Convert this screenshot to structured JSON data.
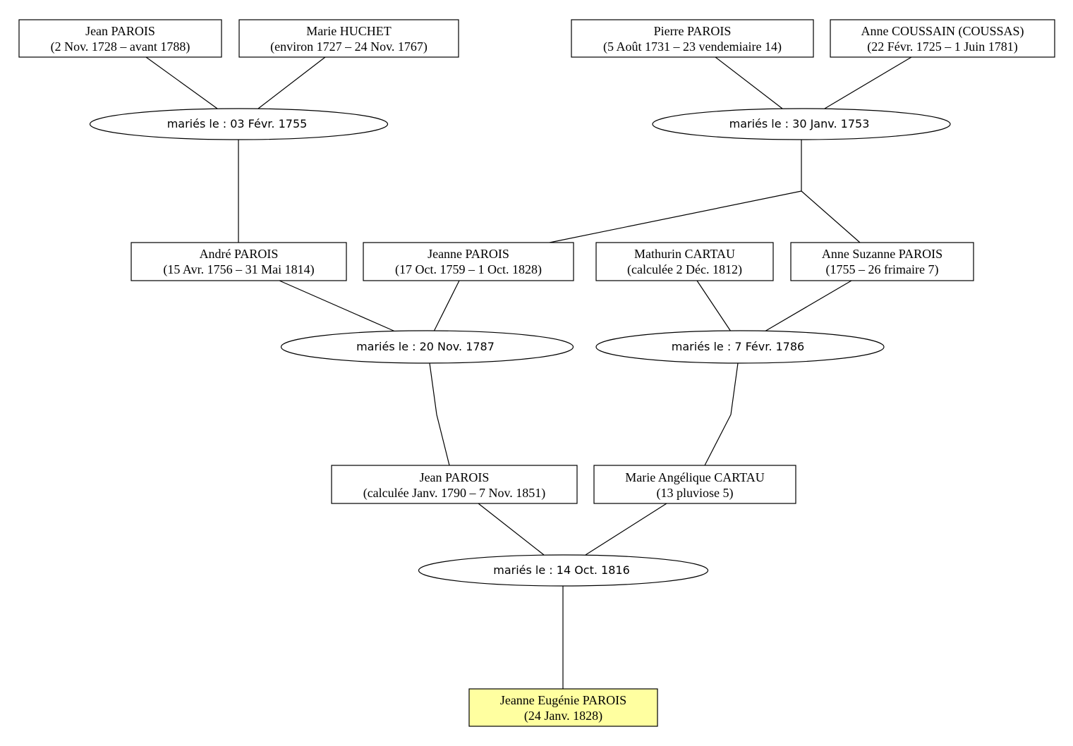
{
  "persons": {
    "p_jean_1728": {
      "name": "Jean PAROIS",
      "dates": "(2 Nov. 1728 – avant 1788)"
    },
    "p_marie_huchet": {
      "name": "Marie HUCHET",
      "dates": "(environ 1727 – 24 Nov. 1767)"
    },
    "p_pierre": {
      "name": "Pierre PAROIS",
      "dates": "(5 Août 1731 – 23 vendemiaire 14)"
    },
    "p_anne_coussain": {
      "name": "Anne COUSSAIN (COUSSAS)",
      "dates": "(22 Févr. 1725 – 1 Juin 1781)"
    },
    "p_andre": {
      "name": "André PAROIS",
      "dates": "(15 Avr. 1756 – 31 Mai 1814)"
    },
    "p_jeanne_1759": {
      "name": "Jeanne PAROIS",
      "dates": "(17 Oct. 1759 – 1 Oct. 1828)"
    },
    "p_mathurin": {
      "name": "Mathurin CARTAU",
      "dates": "(calculée 2 Déc. 1812)"
    },
    "p_anne_suzanne": {
      "name": "Anne Suzanne PAROIS",
      "dates": "(1755 – 26 frimaire 7)"
    },
    "p_jean_1790": {
      "name": "Jean PAROIS",
      "dates": "(calculée Janv. 1790 – 7 Nov. 1851)"
    },
    "p_marie_angelique": {
      "name": "Marie Angélique CARTAU",
      "dates": "(13 pluviose 5)"
    },
    "p_jeanne_eugenie": {
      "name": "Jeanne Eugénie PAROIS",
      "dates": "(24 Janv. 1828)"
    }
  },
  "unions": {
    "u_1755": {
      "label": "mariés le : 03 Févr. 1755"
    },
    "u_1753": {
      "label": "mariés le : 30 Janv. 1753"
    },
    "u_1787": {
      "label": "mariés le : 20 Nov. 1787"
    },
    "u_1786": {
      "label": "mariés le : 7 Févr. 1786"
    },
    "u_1816": {
      "label": "mariés le : 14 Oct. 1816"
    }
  },
  "colors": {
    "highlight": "#ffffa0"
  }
}
